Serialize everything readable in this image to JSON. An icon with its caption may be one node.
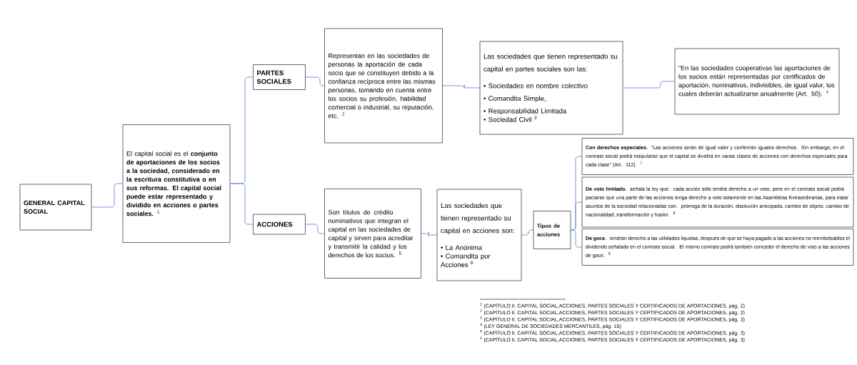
{
  "diagram": {
    "nodes": [
      {
        "text": [
          "GENERAL CAPITAL SOCIAL"
        ]
      },
      {
        "text": [
          "El capital social es el **conjunto de aportaciones de los socios a la sociedad, considerado en la escritura constitutiva o en sus reformas. El capital social puede estar representado y dividido en acciones o partes sociales.** $^{1}$"
        ]
      },
      {
        "text": [
          "PARTES SOCIALES"
        ]
      },
      {
        "text": [
          "Representan en las sociedades de personas la aportación de cada socio que se constituyen debido a la confianza recíproca entre las mismas personas, tomando en cuenta entre los socios su profesión, habilidad comercial o industrial, su reputación, etc. $^{2}$"
        ]
      },
      {
        "text": [
          "Las sociedades que tienen representado su capital en partes sociales son las:",
          "• Sociedades en nombre colectivo",
          "• Comandita Simple,",
          "• Responsabilidad Limitada",
          "• Sociedad Civil $^{3}$"
        ]
      },
      {
        "text": [
          "\"En las sociedades cooperativas las aportaciones de los socios están representadas por certificados de aportación, nominativos, indivisibles, de igual valor, los cuales deberán actualizarse anualmente (Art. 50). $^{4}$"
        ]
      },
      {
        "text": [
          "ACCIONES"
        ]
      },
      {
        "text": [
          "Son títulos de crédito nominativos que integran el capital en las sociedades de capital y sirven para acreditar y transmitir la calidad y los derechos de los socios. $^{5}$"
        ]
      },
      {
        "text": [
          "Las sociedades que tienen representado su capital en acciones son:",
          "• La Anónima",
          "• Comandita por Acciones $^{6}$"
        ]
      },
      {
        "text": [
          "Tipos de acciones"
        ]
      },
      {
        "text": [
          "**Con derechos especiales.** \"Las acciones serán de igual valor y conferirán iguales derechos. Sin embargo, en el contrato social podrá estipularse que el capital se dividirá en varias clases de acciones con derechos especiales para cada clase\" (Art. 112). $^{7}$"
        ]
      },
      {
        "text": [
          "**De voto limitado.** señala la ley que: cada acción sólo tendrá derecho a un voto, pero en el contrato social podrá pactarse que una parte de las acciones tenga derecho a voto solamente en las Asambleas Extraordinarias, para tratar asuntos de la sociedad relacionadas con: prórroga de la duración, disolución anticipada, cambio de objeto, cambio de nacionalidad, transformación y fusión. $^{8}$"
        ]
      },
      {
        "text": [
          "**De goce.** tendrán derecho a las utilidades liquidas, después de que se haya pagado a las acciones no reembolsables el dividendo señalado en el contrato social. El mismo contrato podrá también conceder el derecho de voto a las acciones de goce. $^{9}$"
        ]
      }
    ],
    "edges": [
      {
        "from": 0,
        "to": 1,
        "arrow": "none"
      },
      {
        "from": 1,
        "to": 2,
        "arrow": "none"
      },
      {
        "from": 1,
        "to": 6,
        "arrow": "none"
      },
      {
        "from": 2,
        "to": 3,
        "arrow": "none"
      },
      {
        "from": 3,
        "to": 4,
        "arrow": "none"
      },
      {
        "from": 4,
        "to": 5,
        "arrow": "none"
      },
      {
        "from": 6,
        "to": 7,
        "arrow": "none"
      },
      {
        "from": 7,
        "to": 8,
        "arrow": "none"
      },
      {
        "from": 8,
        "to": 9,
        "arrow": "none"
      },
      {
        "from": 9,
        "to": 10,
        "arrow": "none"
      },
      {
        "from": 9,
        "to": 11,
        "arrow": "none"
      },
      {
        "from": 9,
        "to": 12,
        "arrow": "none"
      }
    ],
    "labels": [
      "$^{1}$ (CAPÍTULO II. CAPITAL SOCIAL,ACCIONES, PARTES SOCIALES Y CERTIFICADOS DE APORTACIONES, pág. 2)",
      "$^{2}$ (CAPÍTULO II. CAPITAL SOCIAL,ACCIONES, PARTES SOCIALES Y CERTIFICADOS DE APORTACIONES, pág. 2)",
      "$^{3}$ (CAPÍTULO II. CAPITAL SOCIAL,ACCIONES, PARTES SOCIALES Y CERTIFICADOS DE APORTACIONES, pág. 3)",
      "$^{4}$ (LEY GENERAL DE SOCIEDADES MERCANTILES, pág. 15)",
      "$^{5}$ (CAPÍTULO II. CAPITAL SOCIAL,ACCIONES, PARTES SOCIALES Y CERTIFICADOS DE APORTACIONES, pág. 3)",
      "$^{6}$ (CAPÍTULO II. CAPITAL SOCIAL,ACCIONES, PARTES SOCIALES Y CERTIFICADOS DE APORTACIONES, pág. 3)"
    ]
  }
}
